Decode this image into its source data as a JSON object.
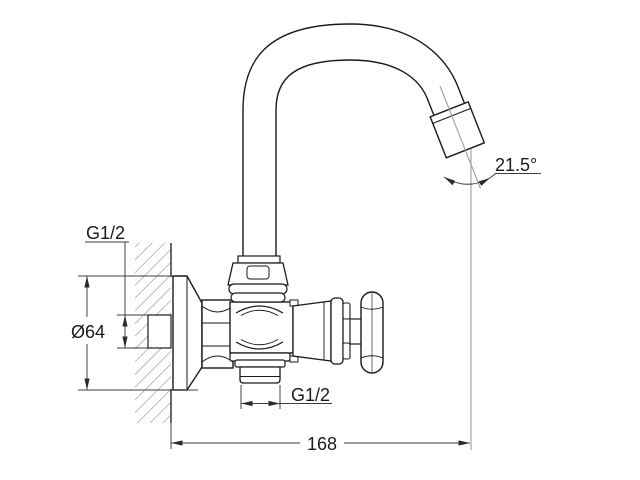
{
  "drawing": {
    "type": "technical-dimension-drawing",
    "subject": "wall-mounted-gooseneck-faucet",
    "labels": {
      "wall_thread": "G1/2",
      "flange_diameter": "Ø64",
      "outlet_thread": "G1/2",
      "overall_length": "168",
      "spout_angle": "21.5°"
    },
    "colors": {
      "object_line": "#1a1a1a",
      "dimension_line": "#3d3d3d",
      "reference_line": "#9e9e9e",
      "hatch_line": "#6e6e6e",
      "background": "#ffffff"
    }
  }
}
